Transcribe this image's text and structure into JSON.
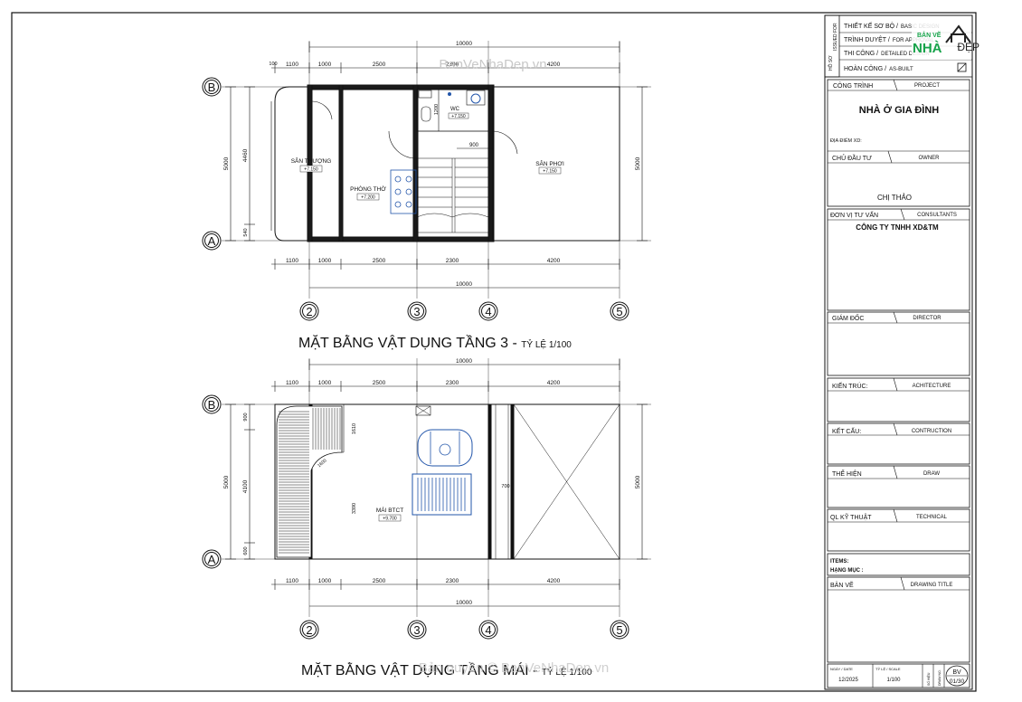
{
  "plan3": {
    "title": "MẶT BẰNG VẬT DỤNG TẦNG 3 - ",
    "scale": "TỶ LỆ 1/100",
    "total_dim": "10000",
    "top_dims": [
      "1100",
      "1000",
      "2500",
      "2300",
      "4200"
    ],
    "bottom_dims": [
      "1100",
      "1000",
      "2500",
      "2300",
      "4200"
    ],
    "top_extra": "100",
    "left_outer": "5000",
    "left_inner": "4460",
    "left_small": "540",
    "right_dim": "5000",
    "rooms": {
      "san_thuong": "SÂN THƯỢNG",
      "phong_tho": "PHÒNG THỜ",
      "wc": "WC",
      "san_phoi": "SÂN PHƠI"
    },
    "levels": {
      "san_thuong": "+7.150",
      "phong_tho": "+7.200",
      "wc": "+7.150",
      "san_phoi": "+7.150"
    },
    "stair_dim": "900",
    "wc_dim": "1200",
    "watermark": "BanVeNhaDep.vn"
  },
  "plan_roof": {
    "title": "MẶT BẰNG VẬT DỤNG TẦNG MÁI - ",
    "scale": "TỶ LỆ 1/100",
    "total_dim": "10000",
    "top_dims": [
      "1100",
      "1000",
      "2500",
      "2300",
      "4200"
    ],
    "bottom_dims": [
      "1100",
      "1000",
      "2500",
      "2300",
      "4200"
    ],
    "left_outer": "5000",
    "left_inner": "4100",
    "left_top": "900",
    "left_small": "600",
    "right_dim": "5000",
    "room": "MÁI BTCT",
    "level": "+9.700",
    "dims_inner": {
      "a": "1610",
      "b": "3390",
      "c": "700",
      "d": "1600"
    },
    "watermark": "Bản quyền © BanVeNhaDep.vn"
  },
  "axes": {
    "rows": [
      "B",
      "A"
    ],
    "cols": [
      "2",
      "3",
      "4",
      "5"
    ]
  },
  "title_block": {
    "issued_for_label": "ISSUED FOR",
    "issue_label": "HỒ SƠ",
    "stages": [
      {
        "vi": "THIẾT KẾ SƠ BỘ /",
        "en": "BASIC DESIGN"
      },
      {
        "vi": "TRÌNH DUYỆT /",
        "en": "FOR APPROVAL"
      },
      {
        "vi": "THI CÔNG /",
        "en": "DETAILED DESIGN"
      },
      {
        "vi": "HOÀN CÔNG /",
        "en": "AS-BUILT"
      }
    ],
    "logo_top": "BẢN VẼ",
    "logo_main": "NHÀ",
    "logo_right": "ĐẸP",
    "project_label_vi": "CÔNG TRÌNH",
    "project_label_en": "PROJECT",
    "project_name": "NHÀ Ở GIA ĐÌNH",
    "location_label": "ĐỊA ĐIỂM XD:",
    "owner_label_vi": "CHỦ ĐẦU TƯ",
    "owner_label_en": "OWNER",
    "owner_name": "CHỊ THẢO",
    "consult_label_vi": "ĐƠN VỊ TƯ VẤN",
    "consult_label_en": "CONSULTANTS",
    "consult_name": "CÔNG TY TNHH XD&TM",
    "director_label_vi": "GIÁM ĐỐC",
    "director_label_en": "DIRECTOR",
    "arch_label_vi": "KIẾN TRÚC:",
    "arch_label_en": "ACHITECTURE",
    "struct_label_vi": "KẾT CẤU:",
    "struct_label_en": "CONTRUCTION",
    "draw_label_vi": "THỂ HIỆN",
    "draw_label_en": "DRAW",
    "tech_label_vi": "QL KỸ THUẬT",
    "tech_label_en": "TECHNICAL",
    "items_label": "ITEMS:",
    "items_label_vi": "HẠNG MỤC :",
    "sheet_label_vi": "BẢN VẼ",
    "sheet_label_en": "DRAWING TITLE",
    "date_label": "NGÀY / DATE",
    "date_value": "12/2025",
    "scale_label": "TỶ LỆ / SCALE",
    "scale_value": "1/100",
    "num_label": "SỐ HIỆU",
    "draw_no_label": "DRAW NO.",
    "bv_code": "BV",
    "sheet_no": "01/30"
  },
  "colors": {
    "line": "#111111",
    "wall": "#1a1a1a",
    "blue": "#2255aa",
    "watermark": "#c8c8c8",
    "logo_green": "#16a34a",
    "logo_dark": "#222222"
  }
}
